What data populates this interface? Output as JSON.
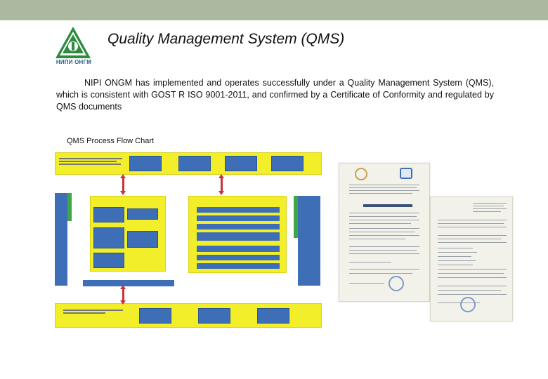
{
  "header": {
    "title": "Quality Management System (QMS)",
    "logo_text": "НИПИ ОНГМ"
  },
  "intro": {
    "text": "NIPI ONGM has implemented and operates successfully under a Quality Management System (QMS), which is consistent with GOST R ISO 9001-2011, and confirmed by a Certificate of Conformity and regulated by QMS documents"
  },
  "flow_chart": {
    "caption": "QMS Process Flow Chart"
  },
  "colors": {
    "top_band": "#aab9a0",
    "logo_green": "#2e8b3d",
    "logo_blue": "#2c5f86",
    "chart_yellow": "#f2ee2a",
    "chart_blue": "#3e6fb6",
    "chart_green": "#3ea54a",
    "arrow_red": "#c9333a"
  }
}
